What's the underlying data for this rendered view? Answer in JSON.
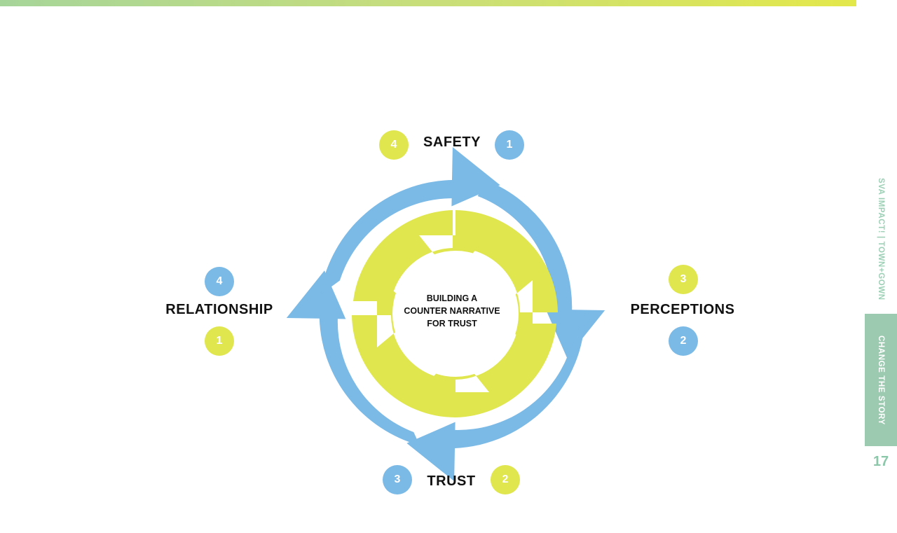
{
  "center": {
    "line1": "BUILDING A",
    "line2": "COUNTER NARRATIVE",
    "line3": "FOR TRUST"
  },
  "nodes": {
    "safety": {
      "label": "SAFETY",
      "badge_left": "4",
      "badge_right": "1"
    },
    "perceptions": {
      "label": "PERCEPTIONS",
      "badge_top": "3",
      "badge_bottom": "2"
    },
    "trust": {
      "label": "TRUST",
      "badge_left": "3",
      "badge_right": "2"
    },
    "relationship": {
      "label": "RELATIONSHIP",
      "badge_top": "4",
      "badge_bottom": "1"
    }
  },
  "sidebar": {
    "section": "SVA IMPACT! | TOWN+GOWN",
    "active_tab": "CHANGE THE STORY",
    "page_number": "17"
  },
  "colors": {
    "outer_ring_blue": "#7bb9e6",
    "inner_ring_yellow": "#dfe64e",
    "sidebar_green": "#9ccab0",
    "top_bar_start": "#a6d59a",
    "top_bar_end": "#e3e84a"
  }
}
